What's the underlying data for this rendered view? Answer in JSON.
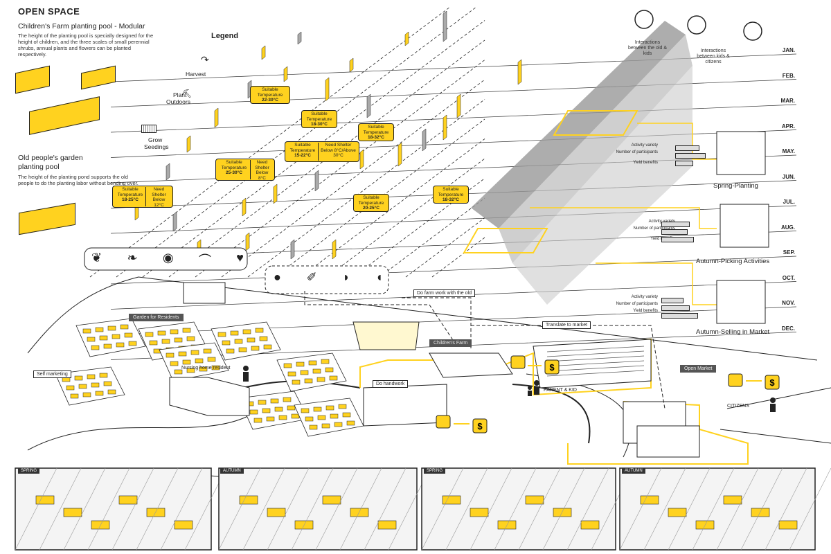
{
  "header": {
    "title": "OPEN SPACE",
    "children_heading": "Children's Farm planting pool - Modular",
    "children_desc": "The height of the planting pool is specially designed for the height of children, and the three scales of small perennial shrubs, annual plants and flowers can be planted respectively.",
    "old_heading_1": "Old people's garden",
    "old_heading_2": "planting pool",
    "old_desc": "The height of the planting pond supports the old people to do the planting labor without bending over."
  },
  "legend": {
    "title": "Legend",
    "harvest": "Harvest",
    "plant_outdoors_1": "Plant",
    "plant_outdoors_2": "Outdoors",
    "grow_seedings_1": "Grow",
    "grow_seedings_2": "Seedings"
  },
  "months": [
    "JAN.",
    "FEB.",
    "MAR.",
    "APR.",
    "MAY.",
    "JUN.",
    "JUL.",
    "AUG.",
    "SEP.",
    "OCT.",
    "NOV.",
    "DEC."
  ],
  "tags": [
    {
      "id": "t1",
      "a": "Suitable Temperature",
      "b": "22-30°C"
    },
    {
      "id": "t2",
      "a": "Suitable Temperature",
      "b": "18-30°C"
    },
    {
      "id": "t3",
      "a": "Suitable Temperature",
      "b": "18-32°C"
    },
    {
      "id": "t4",
      "a": "Suitable Temperature",
      "b": "15-22°C",
      "c": "Need Shelter Below 8°C/Above 30°C"
    },
    {
      "id": "t5",
      "a": "Suitable Temperature",
      "b": "25-30°C",
      "c": "Need Shelter Below 8°C"
    },
    {
      "id": "t6",
      "a": "Suitable Temperature",
      "b": "18-25°C",
      "c": "Need Shelter Below 12°C"
    },
    {
      "id": "t7",
      "a": "Suitable Temperature",
      "b": "20-25°C"
    },
    {
      "id": "t8",
      "a": "Suitable Temperature",
      "b": "18-32°C"
    }
  ],
  "interactions": {
    "old_kids": "Interactions between the old & kids",
    "kids_citizens": "Interactions between kids & citizens"
  },
  "activity_labels": {
    "variety": "Activity variety",
    "participants": "Number of participants",
    "yield": "Yield benefits"
  },
  "activity_charts": [
    {
      "title": "Spring-Planting",
      "variety": 0.55,
      "participants": 0.7,
      "yield": 0.4
    },
    {
      "title": "Autumn-Picking Activities",
      "variety": 0.65,
      "participants": 0.6,
      "yield": 0.75
    },
    {
      "title": "Autumn-Selling in Market",
      "variety": 0.5,
      "participants": 0.65,
      "yield": 0.85
    }
  ],
  "map_labels": {
    "garden": "Garden for Residents",
    "self_marketing": "Self marketing",
    "nursing_resident": "Nursing home resident",
    "farm_work": "Do farm work with the old",
    "translate": "Translate to market",
    "childrens_farm": "Children's Farm",
    "handwork": "Do handwork",
    "parent_kid": "PARENT & KID",
    "open_market": "Open Market",
    "citizens": "CITIZENS"
  },
  "thumbnails": [
    {
      "season": "SPRING"
    },
    {
      "season": "AUTUMN"
    },
    {
      "season": "SPRING"
    },
    {
      "season": "AUTUMN"
    }
  ],
  "colors": {
    "accent": "#ffd21f",
    "line": "#222222",
    "grey": "#9a9a9a"
  }
}
